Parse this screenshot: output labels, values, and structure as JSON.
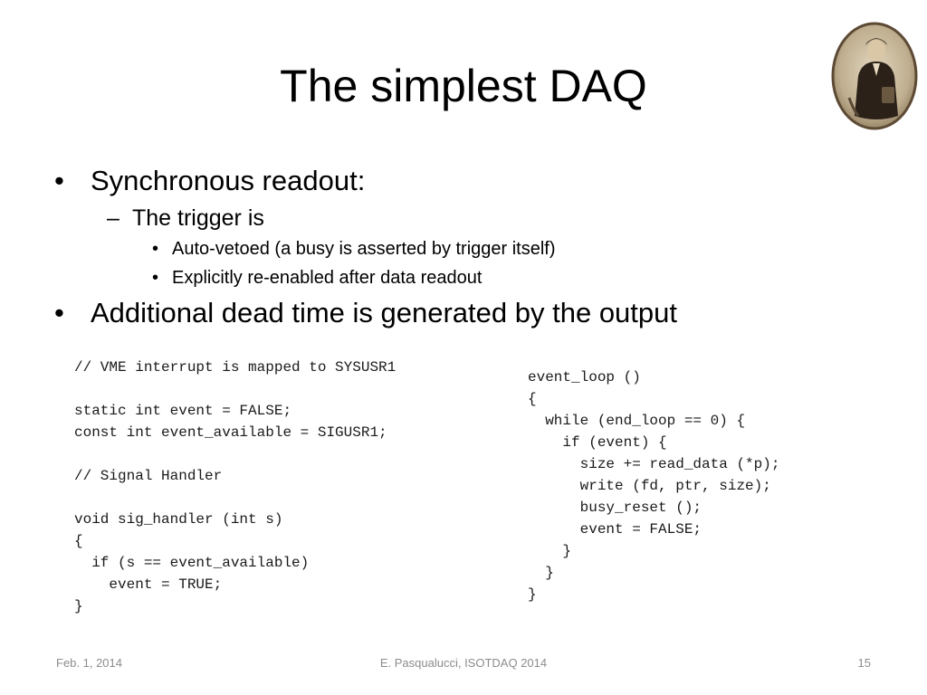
{
  "slide": {
    "title": "The simplest DAQ"
  },
  "bullets": [
    {
      "level": 1,
      "text": "Synchronous readout:"
    },
    {
      "level": 2,
      "text": "The trigger is"
    },
    {
      "level": 3,
      "text": "Auto-vetoed (a busy is asserted by trigger itself)"
    },
    {
      "level": 3,
      "text": "Explicitly re-enabled after data readout"
    },
    {
      "level": 1,
      "text": "Additional dead time is generated by the output"
    }
  ],
  "bullet_marks": {
    "level1": "•",
    "level2": "–",
    "level3": "•"
  },
  "code": {
    "left": "// VME interrupt is mapped to SYSUSR1\n\nstatic int event = FALSE;\nconst int event_available = SIGUSR1;\n\n// Signal Handler\n\nvoid sig_handler (int s)\n{\n  if (s == event_available)\n    event = TRUE;\n}",
    "right": "event_loop ()\n{\n  while (end_loop == 0) {\n    if (event) {\n      size += read_data (*p);\n      write (fd, ptr, size);\n      busy_reset ();\n      event = FALSE;\n    }\n  }\n}"
  },
  "footer": {
    "date": "Feb. 1, 2014",
    "center": "E. Pasqualucci, ISOTDAQ 2014",
    "page": "15"
  },
  "colors": {
    "text": "#000000",
    "code": "#1a1a1a",
    "footer": "#8c8c8c",
    "portrait_bg": "#bfae8f",
    "portrait_frame": "#5c4a34"
  }
}
